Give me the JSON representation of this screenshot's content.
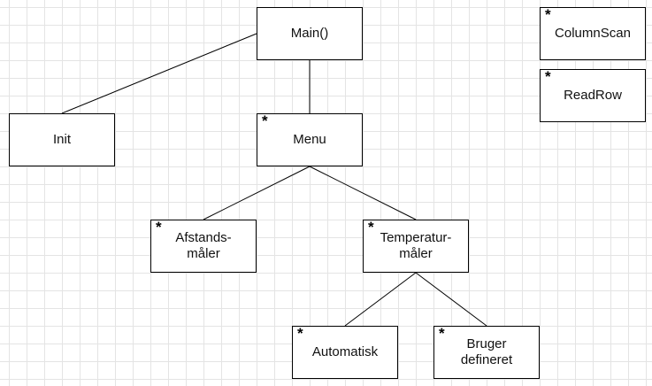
{
  "diagram": {
    "star_symbol": "*",
    "nodes": {
      "main": {
        "label": "Main()",
        "starred": false
      },
      "init": {
        "label": "Init",
        "starred": false
      },
      "menu": {
        "label": "Menu",
        "starred": true
      },
      "afstandsmaler": {
        "label": "Afstands-\nmåler",
        "starred": true
      },
      "temperaturmaler": {
        "label": "Temperatur-\nmåler",
        "starred": true
      },
      "automatisk": {
        "label": "Automatisk",
        "starred": true
      },
      "bruger_defineret": {
        "label": "Bruger\ndefineret",
        "starred": true
      },
      "columnscan": {
        "label": "ColumnScan",
        "starred": true
      },
      "readrow": {
        "label": "ReadRow",
        "starred": true
      }
    },
    "edges": [
      {
        "from": "main",
        "to": "init"
      },
      {
        "from": "main",
        "to": "menu"
      },
      {
        "from": "menu",
        "to": "afstandsmaler"
      },
      {
        "from": "menu",
        "to": "temperaturmaler"
      },
      {
        "from": "temperaturmaler",
        "to": "automatisk"
      },
      {
        "from": "temperaturmaler",
        "to": "bruger_defineret"
      }
    ],
    "colors": {
      "line": "#000000",
      "box_border": "#000000",
      "grid": "#e4e4e4"
    }
  }
}
